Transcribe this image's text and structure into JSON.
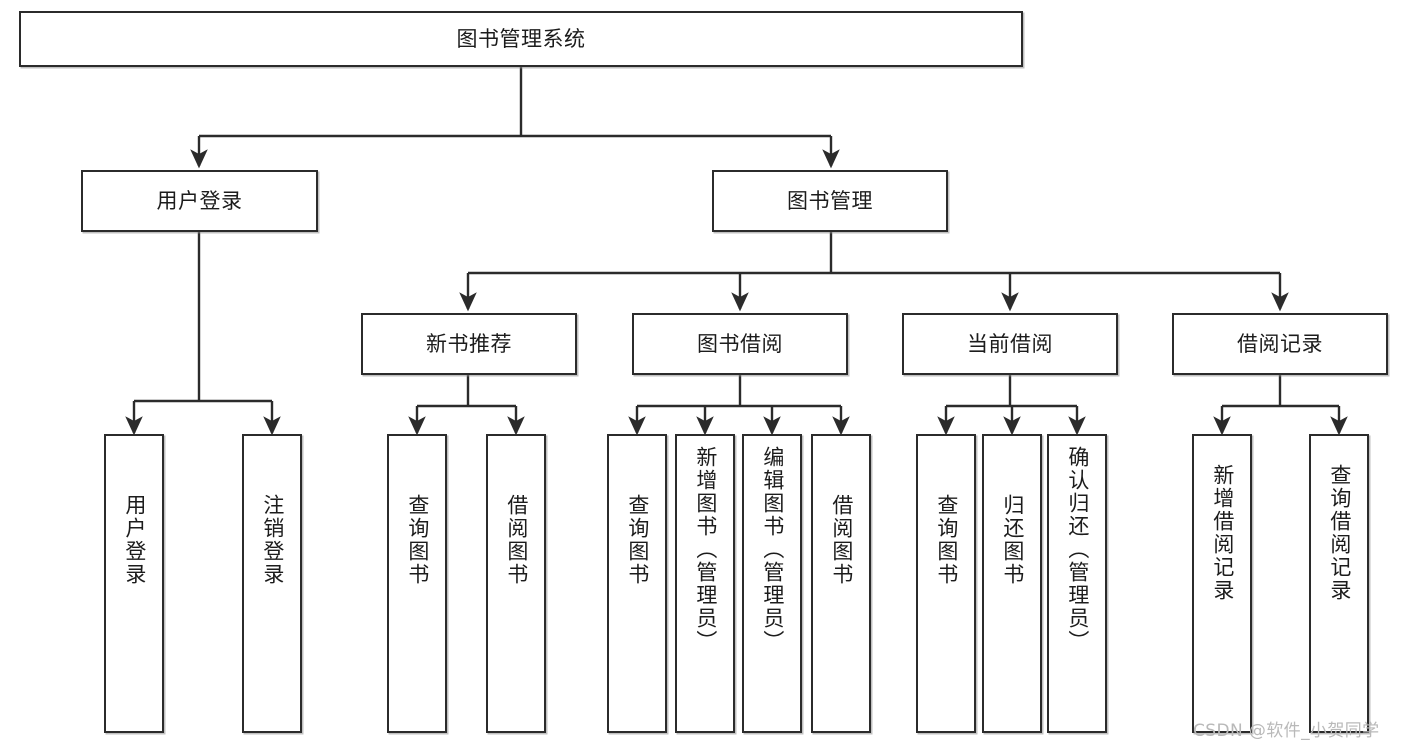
{
  "diagram": {
    "type": "tree-hierarchy-flowchart",
    "title": "图书管理系统",
    "orientation": "top-down",
    "line_color": "#2b2b2b",
    "box_fill": "#ffffff",
    "text_color": "#1c1c1c",
    "levels": [
      {
        "level": 1,
        "nodes": [
          {
            "id": "root",
            "label": "图书管理系统",
            "text_direction": "horizontal"
          }
        ]
      },
      {
        "level": 2,
        "nodes": [
          {
            "id": "user-login",
            "label": "用户登录",
            "text_direction": "horizontal",
            "parent": "root"
          },
          {
            "id": "book-manage",
            "label": "图书管理",
            "text_direction": "horizontal",
            "parent": "root"
          }
        ]
      },
      {
        "level": 3,
        "nodes": [
          {
            "id": "new-book-rec",
            "label": "新书推荐",
            "text_direction": "horizontal",
            "parent": "book-manage"
          },
          {
            "id": "book-borrow",
            "label": "图书借阅",
            "text_direction": "horizontal",
            "parent": "book-manage"
          },
          {
            "id": "current-borrow",
            "label": "当前借阅",
            "text_direction": "horizontal",
            "parent": "book-manage"
          },
          {
            "id": "borrow-record",
            "label": "借阅记录",
            "text_direction": "horizontal",
            "parent": "book-manage"
          }
        ]
      },
      {
        "level": 4,
        "nodes": [
          {
            "id": "leaf-user-login",
            "label": "用户登录",
            "text_direction": "vertical",
            "parent": "user-login"
          },
          {
            "id": "leaf-logout",
            "label": "注销登录",
            "text_direction": "vertical",
            "parent": "user-login"
          },
          {
            "id": "leaf-query-book-1",
            "label": "查询图书",
            "text_direction": "vertical",
            "parent": "new-book-rec"
          },
          {
            "id": "leaf-borrow-book-1",
            "label": "借阅图书",
            "text_direction": "vertical",
            "parent": "new-book-rec"
          },
          {
            "id": "leaf-query-book-2",
            "label": "查询图书",
            "text_direction": "vertical",
            "parent": "book-borrow"
          },
          {
            "id": "leaf-add-book",
            "label": "新增图书（管理员）",
            "text_direction": "vertical",
            "parent": "book-borrow"
          },
          {
            "id": "leaf-edit-book",
            "label": "编辑图书（管理员）",
            "text_direction": "vertical",
            "parent": "book-borrow"
          },
          {
            "id": "leaf-borrow-book-2",
            "label": "借阅图书",
            "text_direction": "vertical",
            "parent": "book-borrow"
          },
          {
            "id": "leaf-query-book-3",
            "label": "查询图书",
            "text_direction": "vertical",
            "parent": "current-borrow"
          },
          {
            "id": "leaf-return-book",
            "label": "归还图书",
            "text_direction": "vertical",
            "parent": "current-borrow"
          },
          {
            "id": "leaf-confirm-return",
            "label": "确认归还（管理员）",
            "text_direction": "vertical",
            "parent": "current-borrow"
          },
          {
            "id": "leaf-add-record",
            "label": "新增借阅记录",
            "text_direction": "vertical",
            "parent": "borrow-record"
          },
          {
            "id": "leaf-query-record",
            "label": "查询借阅记录",
            "text_direction": "vertical",
            "parent": "borrow-record"
          }
        ]
      }
    ]
  },
  "watermark": {
    "text": "CSDN @软件_小贺同学",
    "color": "#b9b9b9"
  }
}
